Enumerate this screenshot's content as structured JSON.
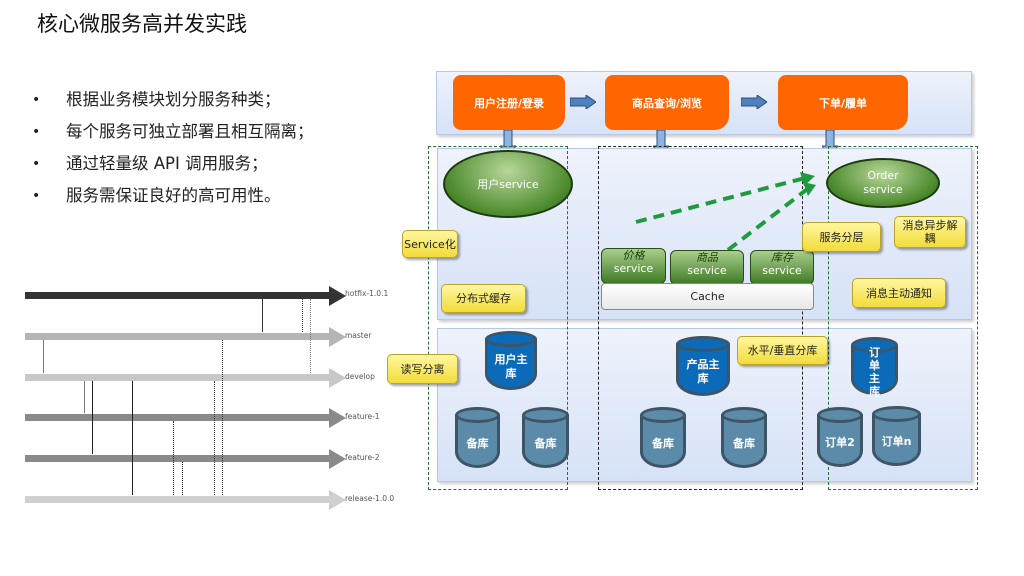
{
  "title": "核心微服务高并发实践",
  "bullets": [
    "根据业务模块划分服务种类；",
    "每个服务可独立部署且相互隔离；",
    "通过轻量级 API 调用服务；",
    "服务需保证良好的高可用性。"
  ],
  "git_flow": {
    "branches": [
      {
        "name": "hotfix-1.0.1",
        "color": "#333333"
      },
      {
        "name": "master",
        "color": "#b5b5b5"
      },
      {
        "name": "develop",
        "color": "#c8c8c8"
      },
      {
        "name": "feature-1",
        "color": "#8a8a8a"
      },
      {
        "name": "feature-2",
        "color": "#8a8a8a"
      },
      {
        "name": "release-1.0.0",
        "color": "#d0d0d0"
      }
    ]
  },
  "architecture": {
    "flow_steps": [
      "用户注册/登录",
      "商品查询/浏览",
      "下单/履单"
    ],
    "user_service": "用户service",
    "order_service": [
      "Order",
      "service"
    ],
    "services": [
      {
        "name": "价格",
        "sub": "service"
      },
      {
        "name": "商品",
        "sub": "service"
      },
      {
        "name": "库存",
        "sub": "service"
      }
    ],
    "cache": "Cache",
    "callouts": {
      "service_ize": "Service化",
      "distributed_cache": "分布式缓存",
      "service_layering": "服务分层",
      "async_decouple": "消息异步解耦",
      "active_notify": "消息主动通知",
      "rw_split": "读写分离",
      "sharding": "水平/垂直分库"
    },
    "databases": {
      "user_primary": "用户主库",
      "user_backup_1": "备库",
      "user_backup_2": "备库",
      "product_primary": "产品主库",
      "product_backup_1": "备库",
      "product_backup_2": "备库",
      "order_primary": "订单主库",
      "order_shard_2": "订单2",
      "order_shard_n": "订单n"
    },
    "colors": {
      "accent": "#ff6600",
      "primary_db": "#0c6bb8",
      "backup_db": "#5b8ba8",
      "service_green": "#3f7a25",
      "callout": "#f2dc3a"
    }
  }
}
